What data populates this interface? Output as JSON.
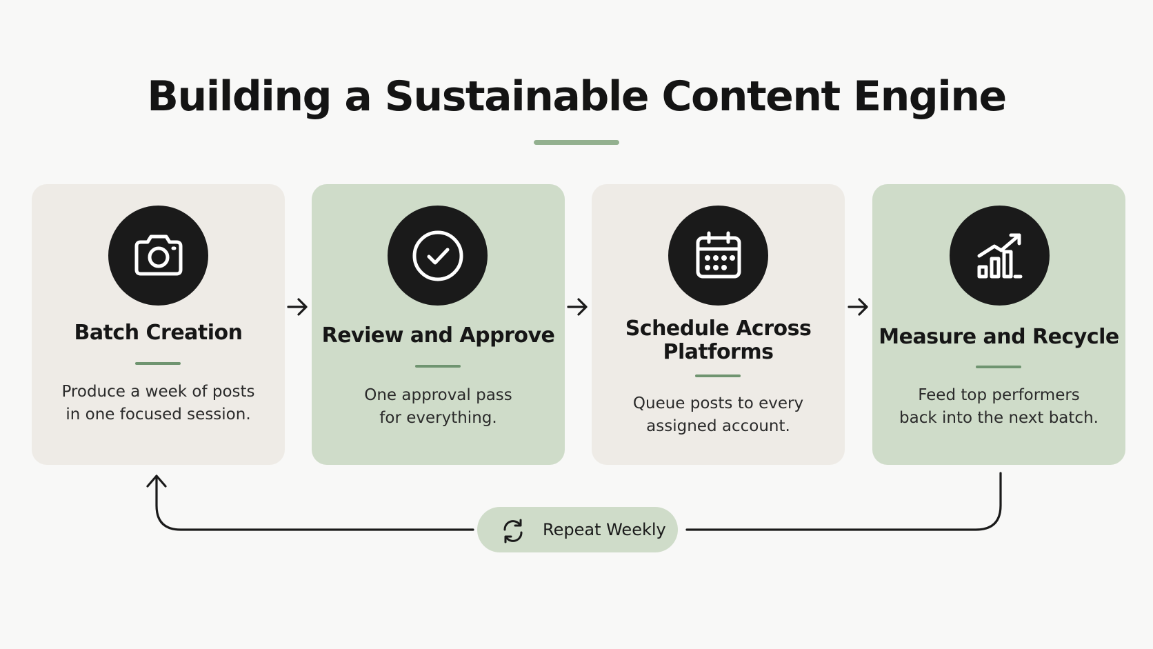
{
  "title": "Building a Sustainable Content Engine",
  "colors": {
    "accent": "#6f9470",
    "accent_light": "#93b08f",
    "card_neutral": "#eeebe6",
    "card_green": "#cfdcc9",
    "icon_circle": "#1a1a1a"
  },
  "steps": [
    {
      "title": "Batch Creation",
      "description_lines": [
        "Produce a week of posts",
        "in one focused session."
      ],
      "icon": "camera-icon",
      "style": "neutral"
    },
    {
      "title": "Review and Approve",
      "description_lines": [
        "One approval pass",
        "for everything."
      ],
      "icon": "check-circle-icon",
      "style": "green"
    },
    {
      "title_lines": [
        "Schedule Across",
        "Platforms"
      ],
      "description_lines": [
        "Queue posts to every",
        "assigned account."
      ],
      "icon": "calendar-icon",
      "style": "neutral"
    },
    {
      "title": "Measure and Recycle",
      "description_lines": [
        "Feed top performers",
        "back into the next batch."
      ],
      "icon": "bar-chart-growth-icon",
      "style": "green"
    }
  ],
  "loop": {
    "label": "Repeat Weekly",
    "icon": "refresh-icon"
  }
}
